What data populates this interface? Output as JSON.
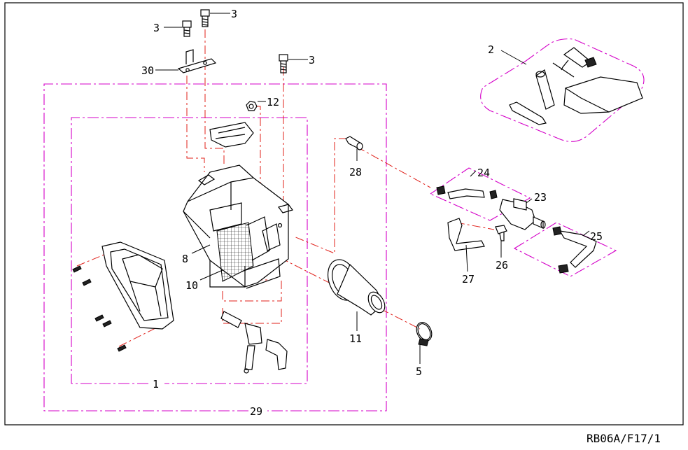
{
  "diagram_code": "RB06A/F17/1",
  "callouts": {
    "c1": "1",
    "c2": "2",
    "c3a": "3",
    "c3b": "3",
    "c3c": "3",
    "c5": "5",
    "c8": "8",
    "c10": "10",
    "c11": "11",
    "c12": "12",
    "c23": "23",
    "c24": "24",
    "c25": "25",
    "c26": "26",
    "c27": "27",
    "c28": "28",
    "c29": "29",
    "c30": "30"
  },
  "colors": {
    "group_outline": "#d400c8",
    "assembly_path": "#e0201a",
    "line_art": "#000000"
  }
}
